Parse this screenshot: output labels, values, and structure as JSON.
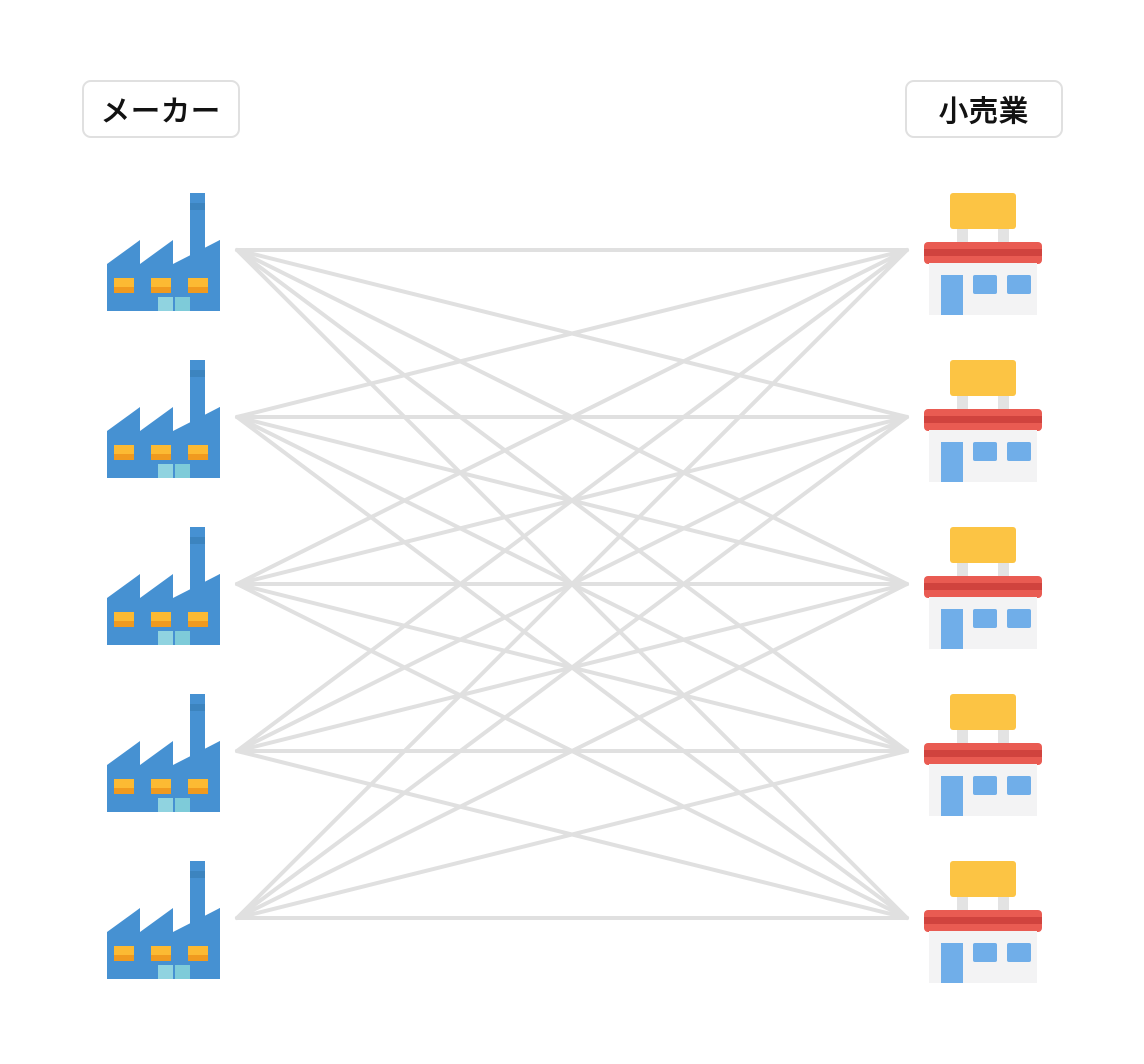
{
  "diagram": {
    "left_group": {
      "label": "メーカー",
      "node_type": "factory",
      "count": 5
    },
    "right_group": {
      "label": "小売業",
      "node_type": "retail-store",
      "count": 5
    },
    "connections": {
      "type": "complete-bipartite",
      "count": 25,
      "style": "straight-line"
    },
    "colors": {
      "background": "#ffffff",
      "connection_line": "#e0e0e0",
      "label_border": "#e0e0e0",
      "label_text": "#121212",
      "factory_body": "#4691d2",
      "factory_shade": "#3c84bf",
      "factory_window_top": "#fcba33",
      "factory_window_bottom": "#f09a1f",
      "factory_door_left": "#90d3e0",
      "factory_door_right": "#7ecbd9",
      "store_sign": "#fcc444",
      "store_post": "#e3e3e3",
      "store_awning": "#e95b52",
      "store_awning_stripe": "#d0433e",
      "store_building": "#f3f3f4",
      "store_window": "#70aee9"
    }
  }
}
